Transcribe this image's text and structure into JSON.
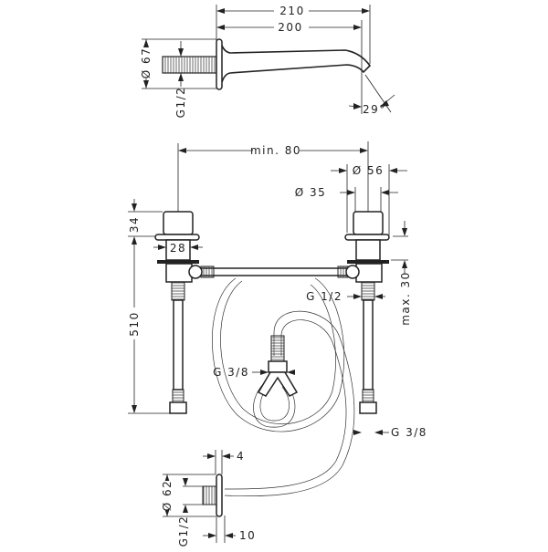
{
  "spout": {
    "dim_210": "210",
    "dim_200": "200",
    "dim_diameter_67": "Ø 67",
    "dim_thread": "G1/2",
    "dim_angle": "29°"
  },
  "valves": {
    "dim_min_80": "min. 80",
    "dim_diameter_56": "Ø 56",
    "dim_diameter_35": "Ø 35",
    "dim_34": "34",
    "dim_28": "28",
    "dim_510": "510",
    "dim_max_30": "max. 30",
    "dim_thread_half": "G 1/2",
    "dim_thread_center": "G 3/8",
    "dim_thread_right": "G 3/8"
  },
  "wall_connector": {
    "dim_4": "4",
    "dim_diameter_62": "Ø 62",
    "dim_thread": "G1/2",
    "dim_10": "10"
  }
}
